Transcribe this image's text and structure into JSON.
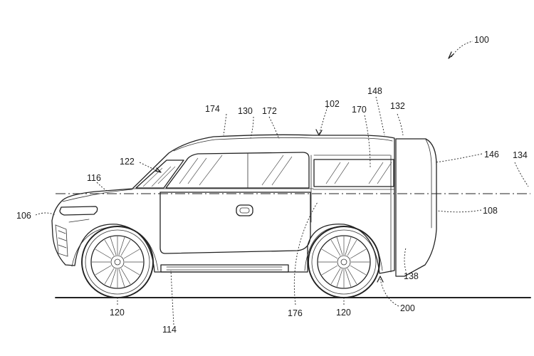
{
  "figure": {
    "labels": {
      "ref_100": "100",
      "ref_102": "102",
      "ref_106": "106",
      "ref_108": "108",
      "ref_114": "114",
      "ref_116": "116",
      "ref_120_front": "120",
      "ref_120_rear": "120",
      "ref_122": "122",
      "ref_130": "130",
      "ref_132": "132",
      "ref_134": "134",
      "ref_138": "138",
      "ref_146": "146",
      "ref_148": "148",
      "ref_170": "170",
      "ref_172": "172",
      "ref_174": "174",
      "ref_176": "176",
      "ref_200": "200"
    }
  }
}
